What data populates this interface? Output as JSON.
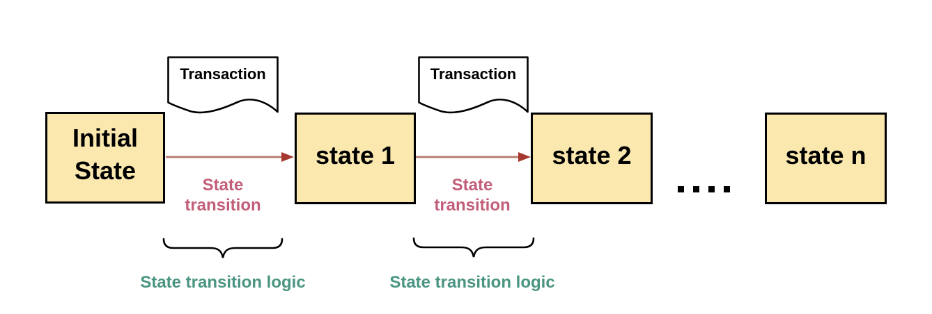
{
  "diagram": {
    "type": "state-transition-diagram",
    "colors": {
      "box_fill": "#FAE8AF",
      "box_border": "#000000",
      "doc_fill": "#FFFFFF",
      "doc_border": "#000000",
      "arrow_line": "#B97C74",
      "arrow_head": "#A6392F",
      "transition_label": "#C25E78",
      "logic_label": "#4A9482",
      "background": "#FFFFFF"
    },
    "boxes": [
      {
        "id": "initial-state",
        "label": "Initial State",
        "lines": [
          "Initial",
          "State"
        ]
      },
      {
        "id": "state-1",
        "label": "state 1",
        "lines": [
          "state 1"
        ]
      },
      {
        "id": "state-2",
        "label": "state 2",
        "lines": [
          "state 2"
        ]
      },
      {
        "id": "state-n",
        "label": "state n",
        "lines": [
          "state n"
        ]
      }
    ],
    "documents": [
      {
        "label": "Transaction"
      },
      {
        "label": "Transaction"
      }
    ],
    "transitions": [
      {
        "lines": [
          "State",
          "transition"
        ]
      },
      {
        "lines": [
          "State",
          "transition"
        ]
      }
    ],
    "logic_labels": [
      {
        "label": "State transition logic"
      },
      {
        "label": "State transition logic"
      }
    ],
    "ellipsis": "...."
  }
}
